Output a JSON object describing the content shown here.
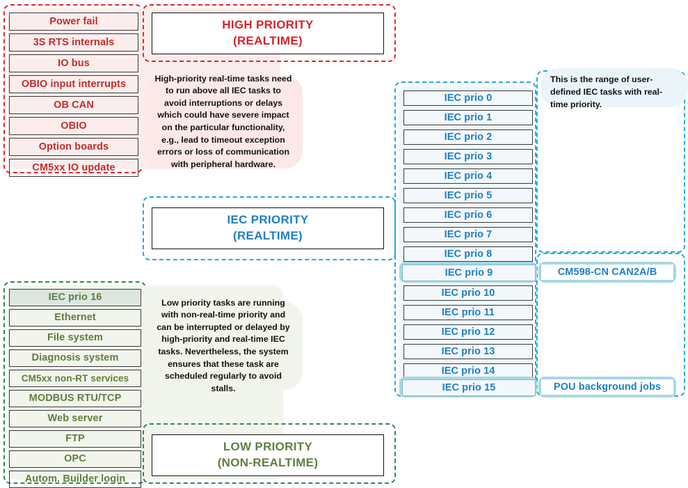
{
  "diagram": {
    "title": "CM5xx task priority scheme",
    "colors": {
      "red": "#C32C2C",
      "red_border": "#E8262A",
      "blue": "#1F7FC4",
      "blue_border": "#25A9E0",
      "green": "#5E7E3E",
      "green_border": "#2E8B4F",
      "highlight": "#A8D7E4"
    }
  },
  "high_priority": {
    "title_line1": "HIGH PRIORITY",
    "title_line2": "(REALTIME)",
    "items": [
      "Power fail",
      "3S RTS internals",
      "IO bus",
      "OBIO input interrupts",
      "OB CAN",
      "OBIO",
      "Option boards",
      "CM5xx IO update"
    ],
    "callout": "High-priority real-time tasks need to run above all IEC tasks to avoid interruptions or delays which could have severe impact on the particular functionality, e.g., lead to timeout exception errors or loss of communication with peripheral hardware."
  },
  "iec_priority": {
    "title_line1": "IEC PRIORITY",
    "title_line2": "(REALTIME)",
    "items": [
      {
        "label": "IEC prio 0",
        "highlighted": false,
        "mapped": null
      },
      {
        "label": "IEC prio 1",
        "highlighted": false,
        "mapped": null
      },
      {
        "label": "IEC prio 2",
        "highlighted": false,
        "mapped": null
      },
      {
        "label": "IEC prio 3",
        "highlighted": false,
        "mapped": null
      },
      {
        "label": "IEC prio 4",
        "highlighted": false,
        "mapped": null
      },
      {
        "label": "IEC prio 5",
        "highlighted": false,
        "mapped": null
      },
      {
        "label": "IEC prio 6",
        "highlighted": false,
        "mapped": null
      },
      {
        "label": "IEC prio 7",
        "highlighted": false,
        "mapped": null
      },
      {
        "label": "IEC prio 8",
        "highlighted": false,
        "mapped": null
      },
      {
        "label": "IEC prio 9",
        "highlighted": true,
        "mapped": "CM598-CN CAN2A/B"
      },
      {
        "label": "IEC prio 10",
        "highlighted": false,
        "mapped": null
      },
      {
        "label": "IEC prio 11",
        "highlighted": false,
        "mapped": null
      },
      {
        "label": "IEC prio 12",
        "highlighted": false,
        "mapped": null
      },
      {
        "label": "IEC prio 13",
        "highlighted": false,
        "mapped": null
      },
      {
        "label": "IEC prio 14",
        "highlighted": false,
        "mapped": null
      },
      {
        "label": "IEC prio 15",
        "highlighted": true,
        "mapped": "POU background jobs"
      }
    ],
    "callout": "This is the range of user-defined IEC tasks with real-time priority.",
    "mapped_tasks": [
      "CM598-CN CAN2A/B",
      "POU background jobs"
    ]
  },
  "low_priority": {
    "title_line1": "LOW PRIORITY",
    "title_line2": "(NON-REALTIME)",
    "items": [
      {
        "label": "IEC prio 16",
        "shaded": true
      },
      {
        "label": "Ethernet",
        "shaded": false
      },
      {
        "label": "File system",
        "shaded": false
      },
      {
        "label": "Diagnosis system",
        "shaded": false
      },
      {
        "label": "CM5xx non-RT services",
        "shaded": false
      },
      {
        "label": "MODBUS RTU/TCP",
        "shaded": false
      },
      {
        "label": "Web server",
        "shaded": false
      },
      {
        "label": "FTP",
        "shaded": false
      },
      {
        "label": "OPC",
        "shaded": false
      },
      {
        "label": "Autom. Builder login",
        "shaded": false
      }
    ],
    "callout": "Low priority tasks are running with non-real-time priority and can be interrupted or delayed by high-priority and real-time IEC tasks. Nevertheless, the system ensures that these task are scheduled regularly to avoid stalls."
  }
}
